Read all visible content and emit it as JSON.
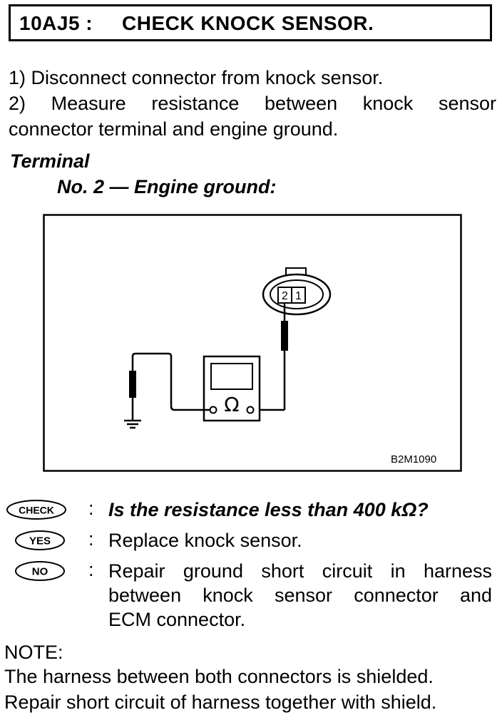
{
  "header": {
    "code": "10AJ5 :",
    "title": "CHECK KNOCK SENSOR."
  },
  "steps": [
    "1)  Disconnect connector from knock sensor.",
    "2) Measure resistance between knock sensor",
    "connector terminal and engine ground."
  ],
  "terminal": {
    "heading": "Terminal",
    "spec": "No. 2 — Engine ground:"
  },
  "diagram": {
    "pin_left": "2",
    "pin_right": "1",
    "meter_symbol": "Ω",
    "figure_code": "B2M1090"
  },
  "badges": {
    "check": "CHECK",
    "yes": "YES",
    "no": "NO"
  },
  "check": {
    "question": "Is the resistance less than 400 kΩ?"
  },
  "yes": {
    "action": "Replace knock sensor."
  },
  "no": {
    "line1": "Repair ground short circuit in harness",
    "line2": "between knock sensor connector and",
    "line3": "ECM connector."
  },
  "colon": ":",
  "note": {
    "heading": "NOTE:",
    "line1": "The harness between both connectors is shielded.",
    "line2": "Repair short circuit of harness together with shield."
  }
}
